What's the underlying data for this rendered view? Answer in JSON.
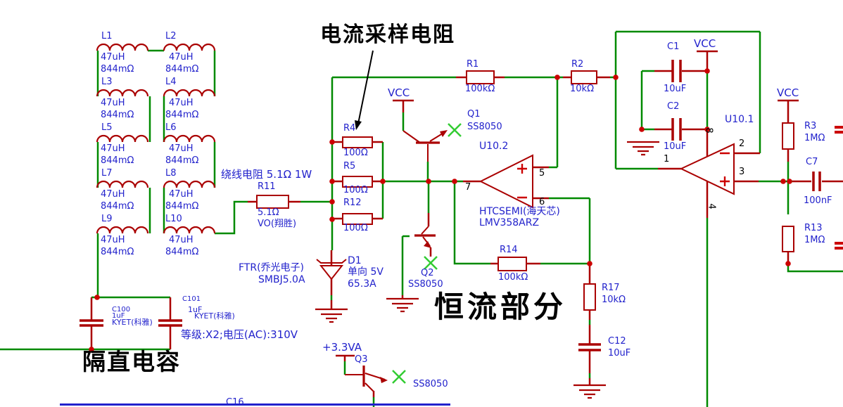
{
  "titles": {
    "current_sense": "电流采样电阻",
    "constant_current": "恒流部分",
    "dc_blocking": "隔直电容"
  },
  "annotations": {
    "wirewound_note": "绕线电阻 5.1Ω  1W",
    "cap_rating_note": "等级:X2;电压(AC):310V"
  },
  "power": {
    "vcc": "VCC",
    "v33a": "+3.3VA"
  },
  "inductors": [
    {
      "ref": "L1",
      "value": "47uH",
      "resistance": "844mΩ"
    },
    {
      "ref": "L2",
      "value": "47uH",
      "resistance": "844mΩ"
    },
    {
      "ref": "L3",
      "value": "47uH",
      "resistance": "844mΩ"
    },
    {
      "ref": "L4",
      "value": "47uH",
      "resistance": "844mΩ"
    },
    {
      "ref": "L5",
      "value": "47uH",
      "resistance": "844mΩ"
    },
    {
      "ref": "L6",
      "value": "47uH",
      "resistance": "844mΩ"
    },
    {
      "ref": "L7",
      "value": "47uH",
      "resistance": "844mΩ"
    },
    {
      "ref": "L8",
      "value": "47uH",
      "resistance": "844mΩ"
    },
    {
      "ref": "L9",
      "value": "47uH",
      "resistance": "844mΩ"
    },
    {
      "ref": "L10",
      "value": "47uH",
      "resistance": "844mΩ"
    }
  ],
  "resistors": {
    "r1": {
      "ref": "R1",
      "value": "100kΩ"
    },
    "r2": {
      "ref": "R2",
      "value": "10kΩ"
    },
    "r3": {
      "ref": "R3",
      "value": "1MΩ"
    },
    "r4": {
      "ref": "R4",
      "value": "100Ω"
    },
    "r5": {
      "ref": "R5",
      "value": "100Ω"
    },
    "r11": {
      "ref": "R11",
      "value": "5.1Ω",
      "vendor": "VO(翔胜)"
    },
    "r12": {
      "ref": "R12",
      "value": "100Ω"
    },
    "r13": {
      "ref": "R13",
      "value": "1MΩ"
    },
    "r14": {
      "ref": "R14",
      "value": "100kΩ"
    },
    "r17": {
      "ref": "R17",
      "value": "10kΩ"
    }
  },
  "capacitors": {
    "c1": {
      "ref": "C1",
      "value": "10uF"
    },
    "c2": {
      "ref": "C2",
      "value": "10uF"
    },
    "c7": {
      "ref": "C7",
      "value": "100nF"
    },
    "c12": {
      "ref": "C12",
      "value": "10uF"
    },
    "c16": {
      "ref": "C16"
    },
    "c100": {
      "ref": "C100",
      "value": "1uF",
      "vendor": "KYET(科雅)"
    },
    "c101": {
      "ref": "C101",
      "value": "1uF",
      "vendor": "KYET(科雅)"
    }
  },
  "transistors": {
    "q1": {
      "ref": "Q1",
      "part": "SS8050"
    },
    "q2": {
      "ref": "Q2",
      "part": "SS8050"
    },
    "q3": {
      "ref": "Q3",
      "part": "SS8050"
    }
  },
  "diodes": {
    "d1": {
      "ref": "D1",
      "mfr": "FTR(乔光电子)",
      "part": "SMBJ5.0A",
      "spec1": "单向 5V",
      "spec2": "65.3A"
    }
  },
  "opamps": {
    "u10_1": {
      "ref": "U10.1"
    },
    "u10_2": {
      "ref": "U10.2",
      "mfr": "HTCSEMI(海天芯)",
      "part": "LMV358ARZ"
    }
  },
  "pin_numbers": {
    "p1": "1",
    "p2": "2",
    "p3": "3",
    "p4": "4",
    "p5": "5",
    "p6": "6",
    "p7": "7",
    "p8": "8"
  },
  "colors": {
    "wire": "#008a00",
    "component": "#aa0000",
    "junction": "#cc0000",
    "label": "#2222cc",
    "no_connect": "#33cc33"
  }
}
